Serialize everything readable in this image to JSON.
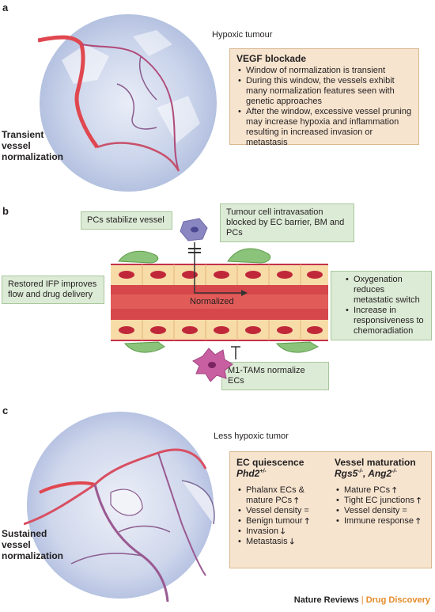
{
  "panel_a": {
    "letter": "a",
    "hypoxic_label": "Hypoxic tumour",
    "side_label": "Transient vessel normalization",
    "box_title": "VEGF blockade",
    "bullets": [
      "Window of normalization is transient",
      "During this window, the vessels exhibit many normalization features seen with genetic approaches",
      "After the window, excessive vessel pruning may increase hypoxia and inflammation resulting in increased invasion or metastasis"
    ]
  },
  "panel_b": {
    "letter": "b",
    "pcs_label": "PCs stabilize vessel",
    "intravasation_label": "Tumour cell intravasation blocked by EC barrier, BM and PCs",
    "ifp_label": "Restored IFP improves flow and drug delivery",
    "normalized_label": "Normalized",
    "oxygenation_bullets": [
      "Oxygenation reduces metastatic switch",
      "Increase in responsiveness to chemoradiation"
    ],
    "m1_label": "M1-TAMs normalize ECs"
  },
  "panel_c": {
    "letter": "c",
    "less_hypoxic_label": "Less hypoxic tumor",
    "side_label": "Sustained vessel normalization",
    "col1_title": "EC quiescence",
    "col1_gene": "Phd2",
    "col1_gene_sup": "+/-",
    "col1_items": [
      {
        "text": "Phalanx ECs & mature PCs",
        "dir": "up"
      },
      {
        "text": "Vessel density =",
        "dir": ""
      },
      {
        "text": "Benign tumour",
        "dir": "up"
      },
      {
        "text": "Invasion",
        "dir": "down"
      },
      {
        "text": "Metastasis",
        "dir": "down"
      }
    ],
    "col2_title": "Vessel maturation",
    "col2_gene1": "Rgs5",
    "col2_gene1_sup": "-/-",
    "col2_gene2": "Ang2",
    "col2_gene2_sup": "-/-",
    "col2_items": [
      {
        "text": "Mature PCs",
        "dir": "up"
      },
      {
        "text": "Tight EC junctions",
        "dir": "up"
      },
      {
        "text": "Vessel density =",
        "dir": ""
      },
      {
        "text": "Immune response",
        "dir": "up"
      }
    ]
  },
  "footer": {
    "journal": "Nature Reviews",
    "separator": "|",
    "section": "Drug Discovery"
  },
  "colors": {
    "vessel_red": "#e0474f",
    "box_tan": "#f6e4cf",
    "box_green": "#dcebd6",
    "footer_orange": "#e58b2a"
  }
}
